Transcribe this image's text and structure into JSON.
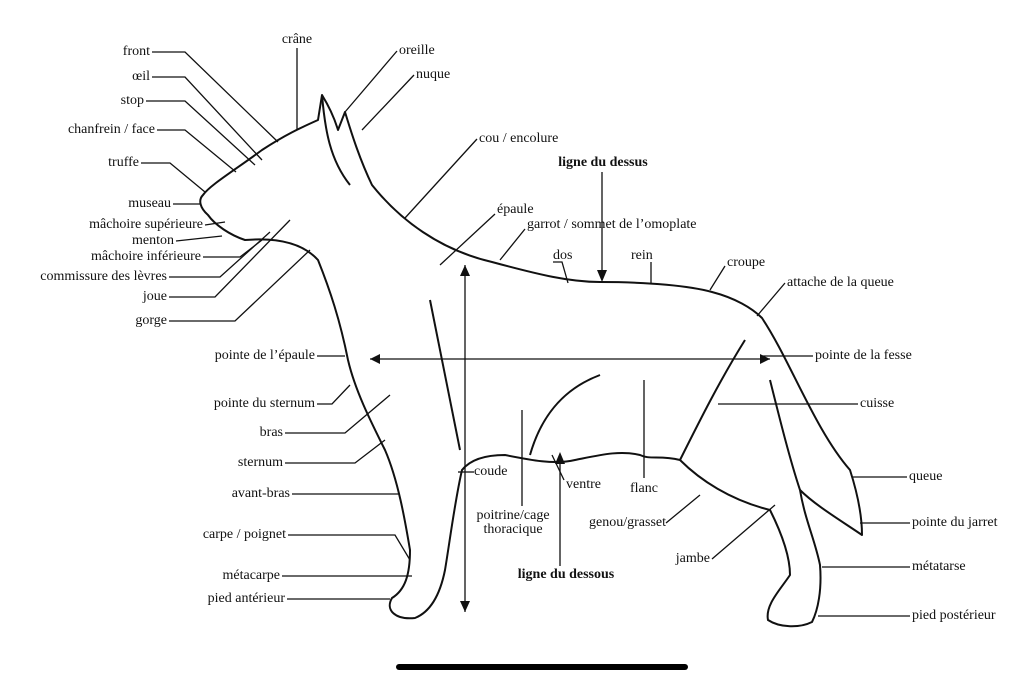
{
  "labels": {
    "front": "front",
    "oeil": "œil",
    "stop": "stop",
    "chanfrein": "chanfrein / face",
    "truffe": "truffe",
    "museau": "museau",
    "machoire_sup": "mâchoire supérieure",
    "menton": "menton",
    "machoire_inf": "mâchoire inférieure",
    "commissure": "commissure des lèvres",
    "joue": "joue",
    "gorge": "gorge",
    "pointe_epaule": "pointe de l’épaule",
    "pointe_sternum": "pointe du sternum",
    "bras": "bras",
    "sternum": "sternum",
    "avant_bras": "avant-bras",
    "carpe": "carpe / poignet",
    "metacarpe": "métacarpe",
    "pied_anterieur": "pied antérieur",
    "crane": "crâne",
    "oreille": "oreille",
    "nuque": "nuque",
    "cou": "cou / encolure",
    "ligne_dessus": "ligne du dessus",
    "epaule": "épaule",
    "garrot": "garrot / sommet de l’omoplate",
    "dos": "dos",
    "rein": "rein",
    "croupe": "croupe",
    "attache_queue": "attache de la queue",
    "pointe_fesse": "pointe de la fesse",
    "cuisse": "cuisse",
    "queue": "queue",
    "pointe_jarret": "pointe du jarret",
    "metatarse": "métatarse",
    "pied_posterieur": "pied postérieur",
    "coude": "coude",
    "ventre": "ventre",
    "flanc": "flanc",
    "poitrine_1": "poitrine/cage",
    "poitrine_2": "thoracique",
    "ligne_dessous": "ligne du dessous",
    "genou": "genou/grasset",
    "jambe": "jambe"
  }
}
